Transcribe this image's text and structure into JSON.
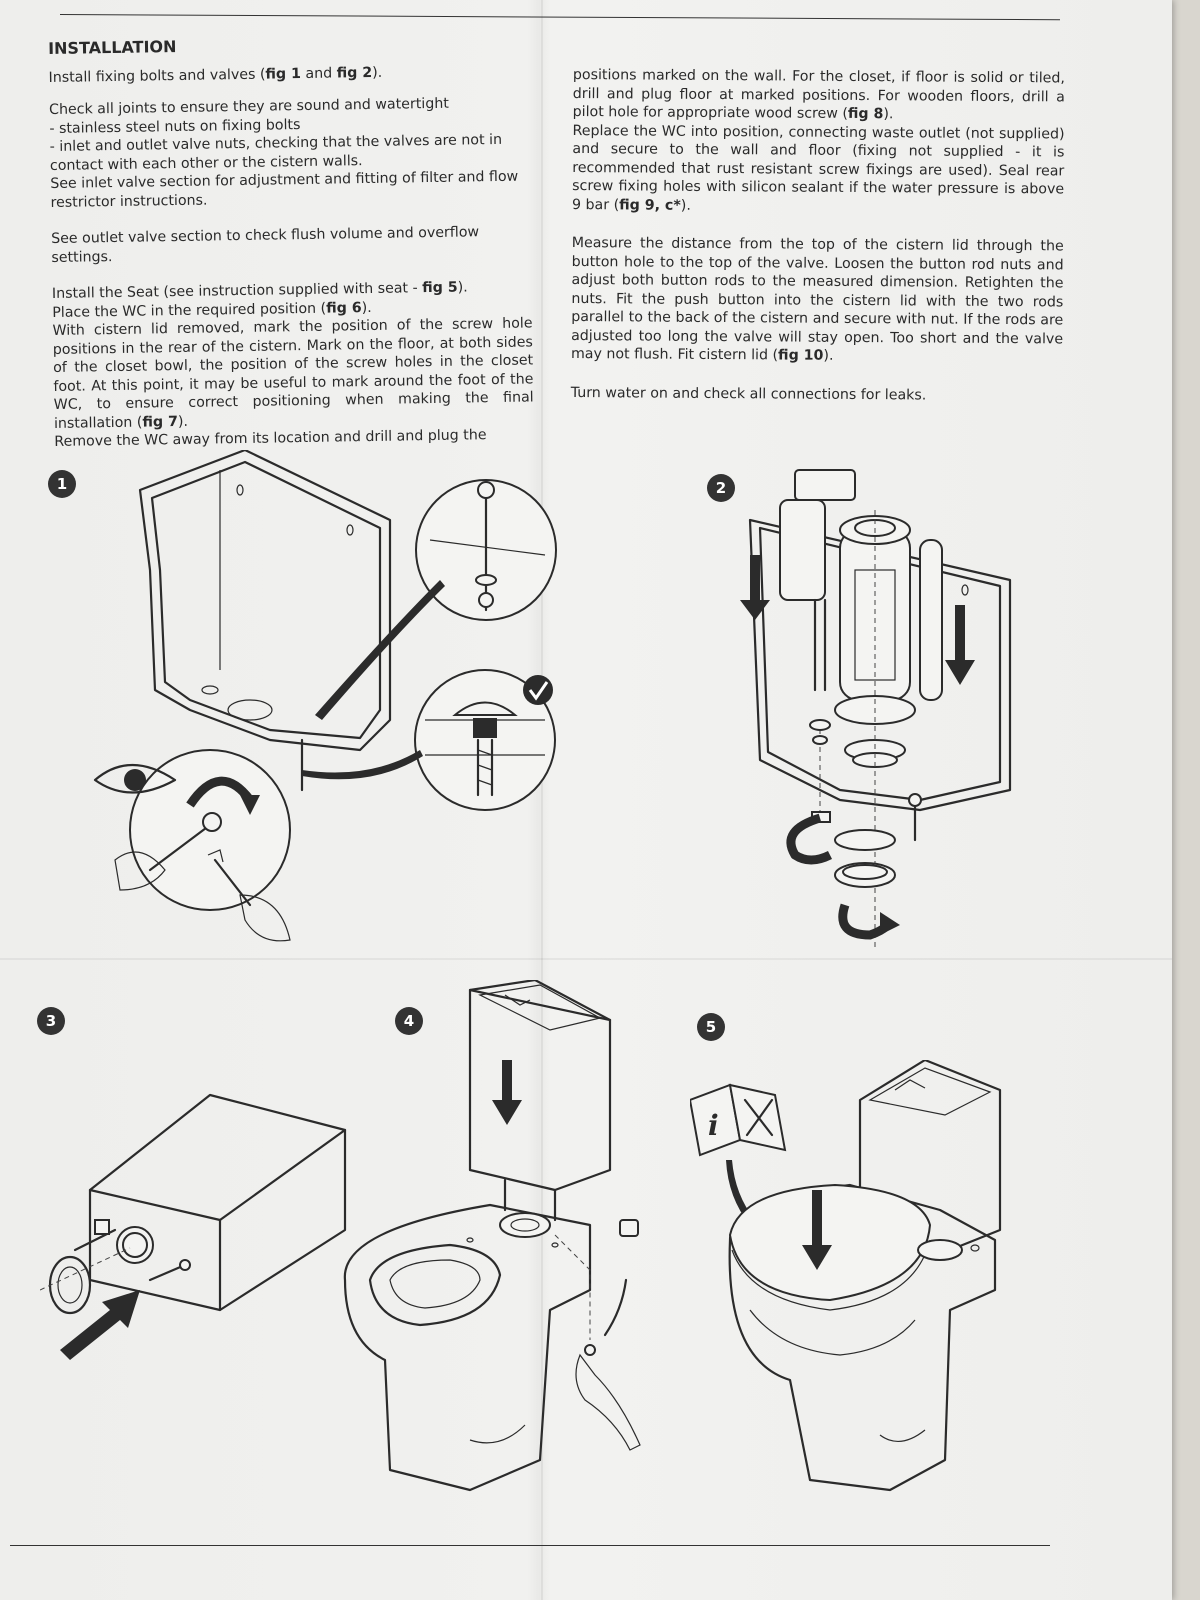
{
  "heading": "INSTALLATION",
  "left": {
    "p1": {
      "a": "Install fixing bolts and valves (",
      "b1": "fig 1",
      "c": " and ",
      "b2": "fig 2",
      "d": ")."
    },
    "p2": {
      "l1": "Check all joints to ensure they are sound and watertight",
      "l2": "- stainless steel nuts on fixing bolts",
      "l3": "- inlet and outlet valve nuts, checking that the valves are not in contact with each other or the cistern walls.",
      "l4": "See inlet valve section for adjustment and fitting of filter and flow restrictor instructions."
    },
    "p3": "See outlet valve section to check flush volume and overflow settings.",
    "p4": {
      "a": "Install the Seat (see instruction supplied with seat - ",
      "b1": "fig 5",
      "c": ").",
      "d": "Place the WC in the required position (",
      "b2": "fig 6",
      "e": ").",
      "f": "With cistern lid removed, mark the position of the screw hole positions in the rear of the cistern. Mark on the floor, at both sides of the closet bowl, the position of the screw holes in the closet foot. At this point, it may be useful to mark around the foot of the WC, to ensure correct positioning when making the final installation (",
      "b3": "fig 7",
      "g": ").",
      "h": "Remove the WC away from its location and drill and plug the"
    }
  },
  "right": {
    "p1": {
      "a": "positions marked on the wall. For the closet, if floor is solid or tiled, drill and plug floor at marked positions. For wooden floors, drill a pilot hole for appropriate wood screw (",
      "b1": "fig 8",
      "c": ").",
      "d": "Replace the WC into position, connecting waste outlet (not supplied) and secure to the wall and floor (fixing not supplied - it is recommended that rust resistant screw fixings are used). Seal rear screw fixing holes with silicon sealant if the water pressure is above 9 bar (",
      "b2": "fig 9, c*",
      "e": ")."
    },
    "p2": {
      "a": "Measure the distance from the top of the cistern lid through the button hole to the top of the valve. Loosen the button rod nuts and adjust both button rods to the measured dimension. Retighten the nuts. Fit the push button into the cistern lid with the two rods parallel to the back of the cistern and secure with nut. If the rods are adjusted too long the valve will stay open. Too short and the valve may not flush. Fit cistern lid (",
      "b1": "fig 10",
      "c": ")."
    },
    "p3": "Turn water on and check all connections for leaks."
  },
  "figures": [
    {
      "number": "1"
    },
    {
      "number": "2"
    },
    {
      "number": "3"
    },
    {
      "number": "4"
    },
    {
      "number": "5"
    }
  ],
  "icons": [
    "checkmark-icon",
    "eye-icon",
    "wrench-icon",
    "screwdriver-icon",
    "info-book-icon",
    "rotate-arrow-icon",
    "down-arrow-icon"
  ]
}
